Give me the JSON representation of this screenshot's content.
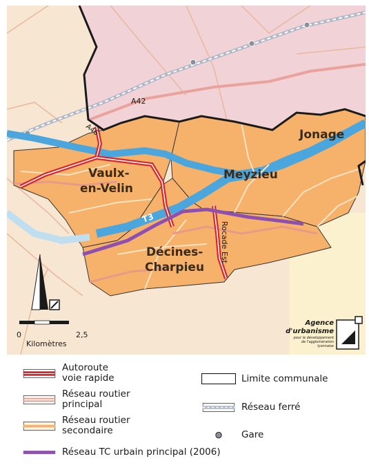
{
  "map": {
    "communes": [
      "Vaulx-en-Velin",
      "Meyzieu",
      "Jonage",
      "Décines-Charpieu"
    ],
    "labels": {
      "vaulx_line1": "Vaulx-",
      "vaulx_line2": "en-Velin",
      "meyzieu": "Meyzieu",
      "jonage": "Jonage",
      "decines_line1": "Décines-",
      "decines_line2": "Charpieu"
    },
    "roads": {
      "a46": "A46",
      "a42": "A42",
      "rocade": "Rocade Est",
      "t3": "T3"
    },
    "scale": {
      "start": "0",
      "end": "2,5",
      "unit": "Kilomètres"
    },
    "agency": {
      "line1": "Agence",
      "line2": "d'urbanisme",
      "line3": "pour le développement",
      "line4": "de l'agglomération",
      "line5": "lyonnaise"
    },
    "colors": {
      "commune_fill": "#f6b26b",
      "water": "#4aa6dc",
      "background": "#f7e6d2",
      "north_zone": "#f1d2d6",
      "tram": "#8e4fb0",
      "motorway": "#d8262b",
      "boundary": "#1a1a1a"
    }
  },
  "legend": {
    "autoroute_line1": "Autoroute",
    "autoroute_line2": "voie rapide",
    "principal_line1": "Réseau routier",
    "principal_line2": "principal",
    "secondaire_line1": "Réseau routier",
    "secondaire_line2": "secondaire",
    "tc": "Réseau TC urbain principal (2006)",
    "limite": "Limite communale",
    "ferre": "Réseau ferré",
    "gare": "Gare"
  }
}
